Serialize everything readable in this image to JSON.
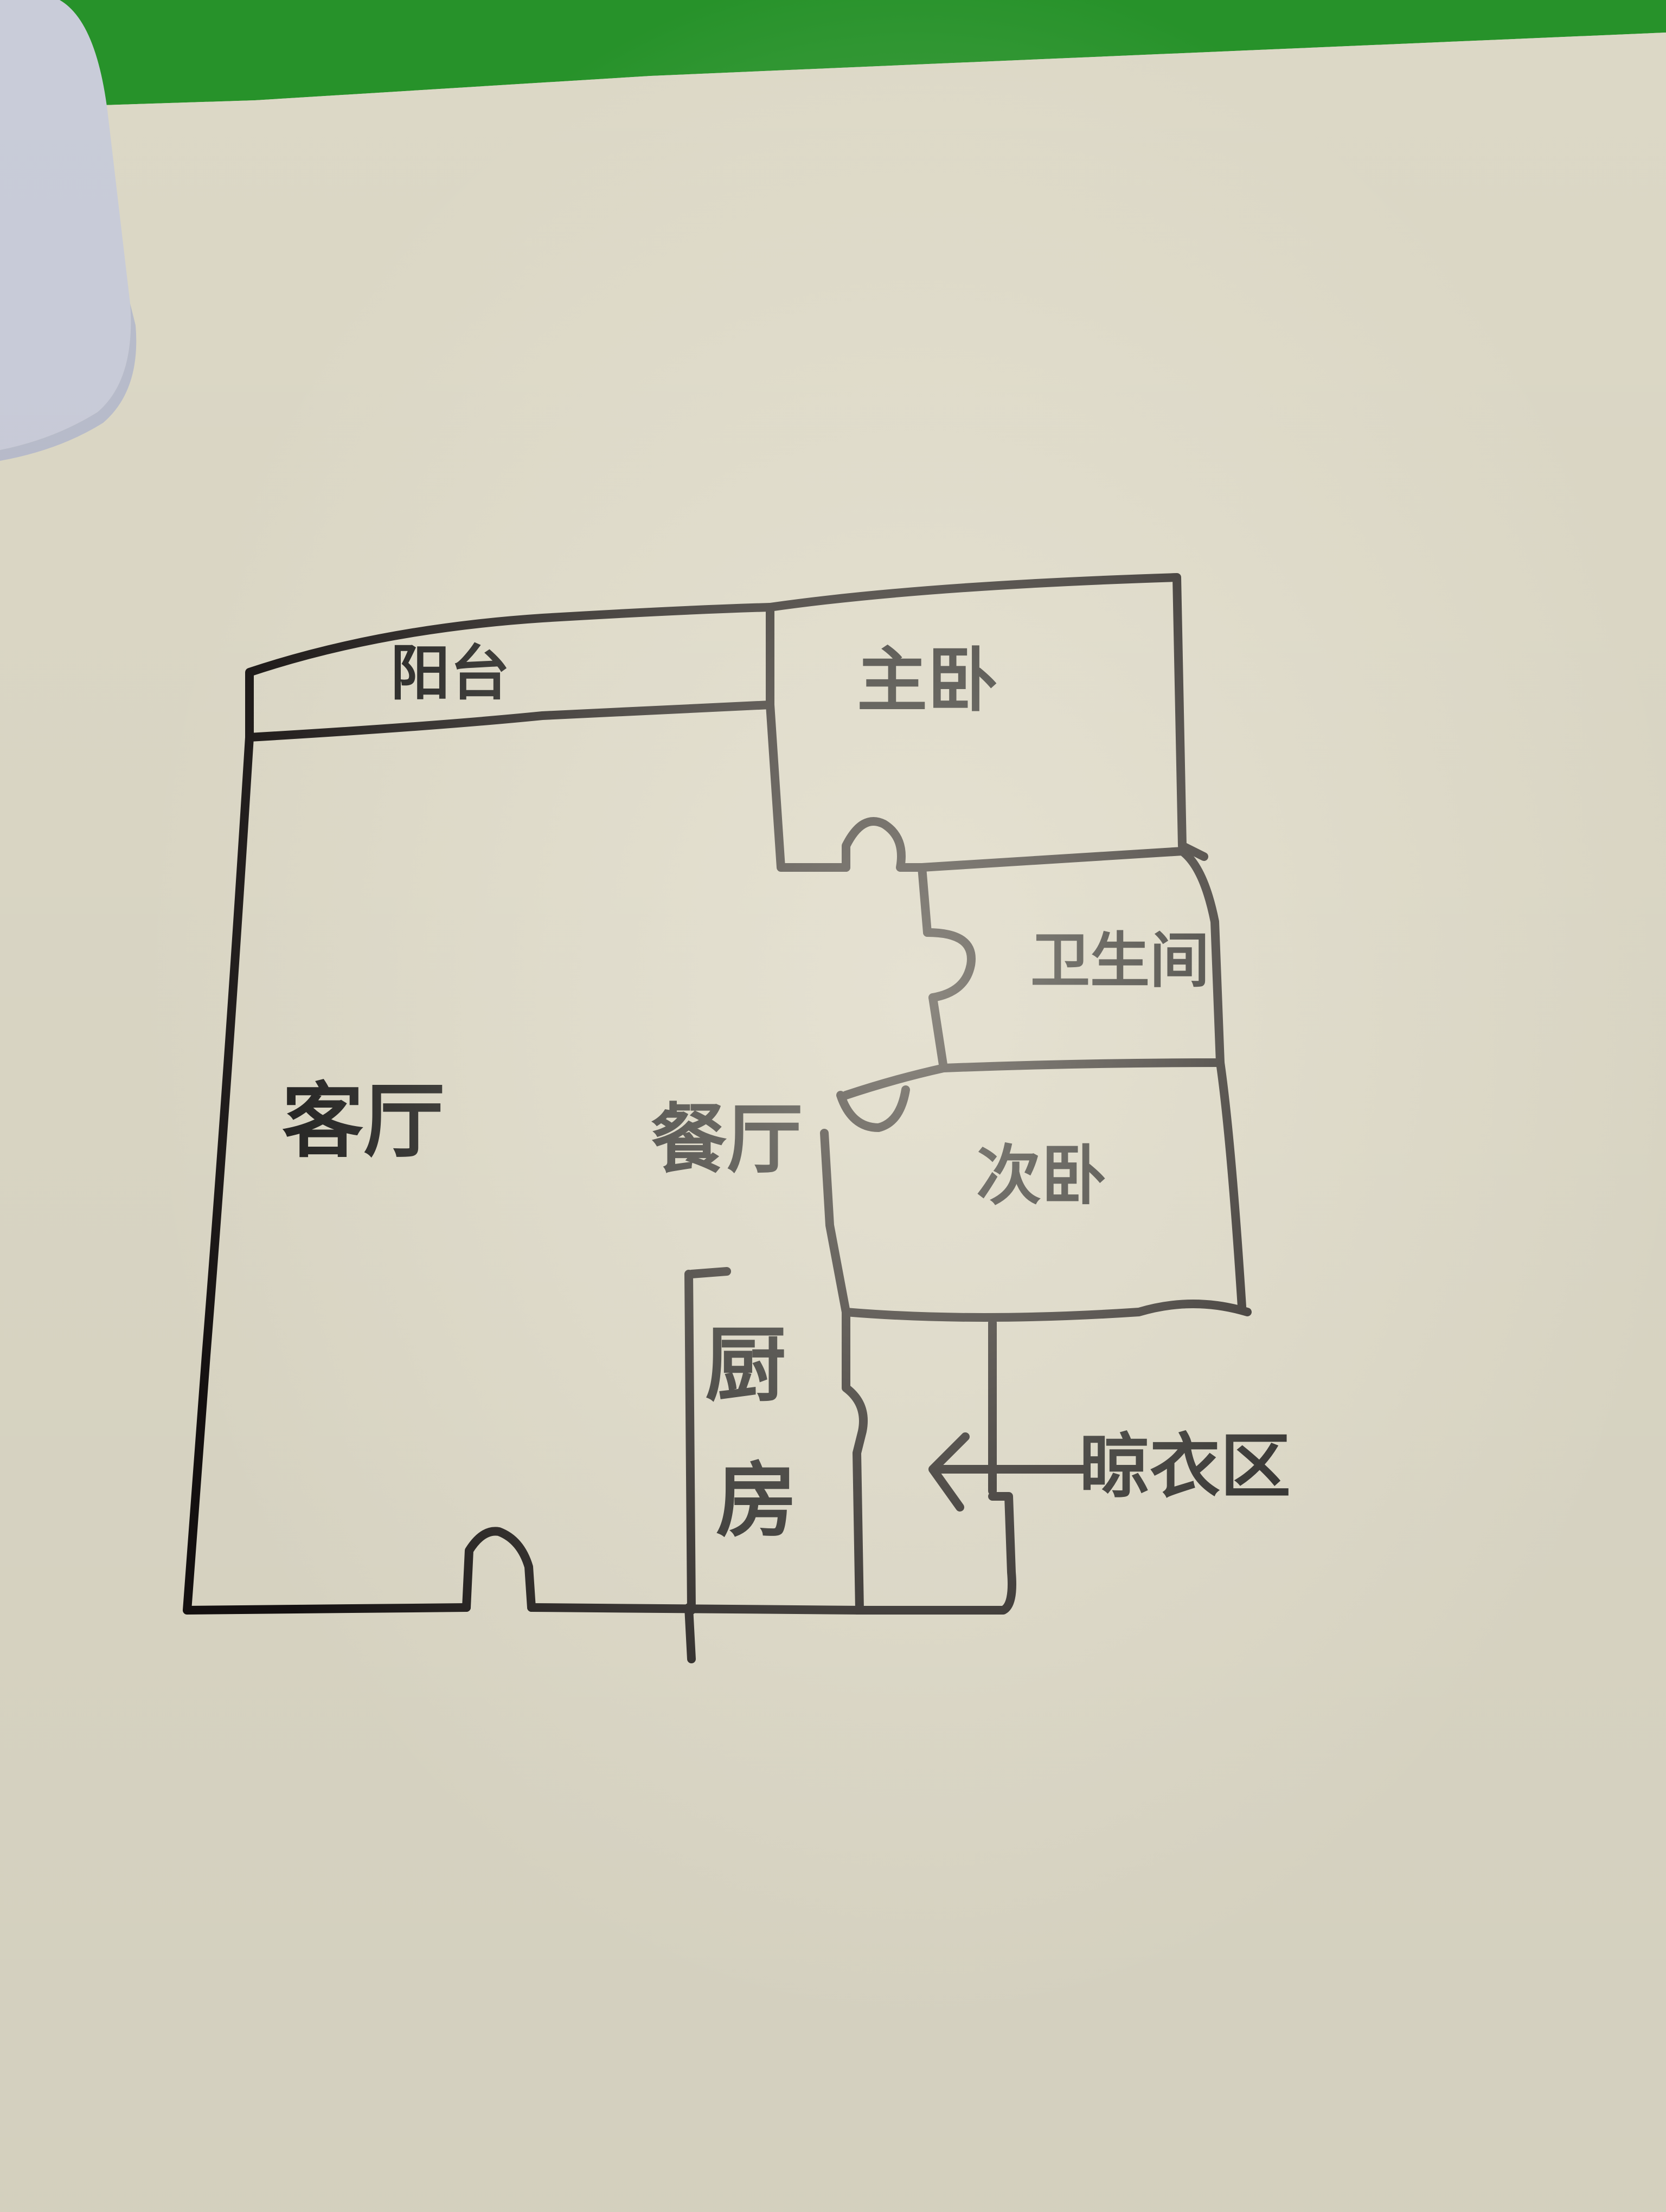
{
  "photo": {
    "subject": "hand-drawn apartment floor plan on paper",
    "colors": {
      "paper": "#dcd8c6",
      "ink": "#141010",
      "background_green": "#27922a",
      "object_white": "#c9ccd9"
    }
  },
  "floor_plan": {
    "rooms": [
      {
        "id": "balcony",
        "label": "阳台",
        "english": "Balcony"
      },
      {
        "id": "master_bedroom",
        "label": "主卧",
        "english": "Master Bedroom"
      },
      {
        "id": "bathroom",
        "label": "卫生间",
        "english": "Bathroom"
      },
      {
        "id": "living_room",
        "label": "客厅",
        "english": "Living Room"
      },
      {
        "id": "dining_room",
        "label": "餐厅",
        "english": "Dining Room"
      },
      {
        "id": "second_bedroom",
        "label": "次卧",
        "english": "Second Bedroom"
      },
      {
        "id": "kitchen",
        "label": "厨房",
        "english": "Kitchen"
      },
      {
        "id": "laundry_area",
        "label": "晾衣区",
        "english": "Laundry Drying Area"
      }
    ],
    "annotations": {
      "laundry_arrow": "arrow-left-icon"
    },
    "doors": [
      "master-bedroom-door",
      "bathroom-door",
      "second-bedroom-door",
      "kitchen-door",
      "entrance-door"
    ]
  }
}
